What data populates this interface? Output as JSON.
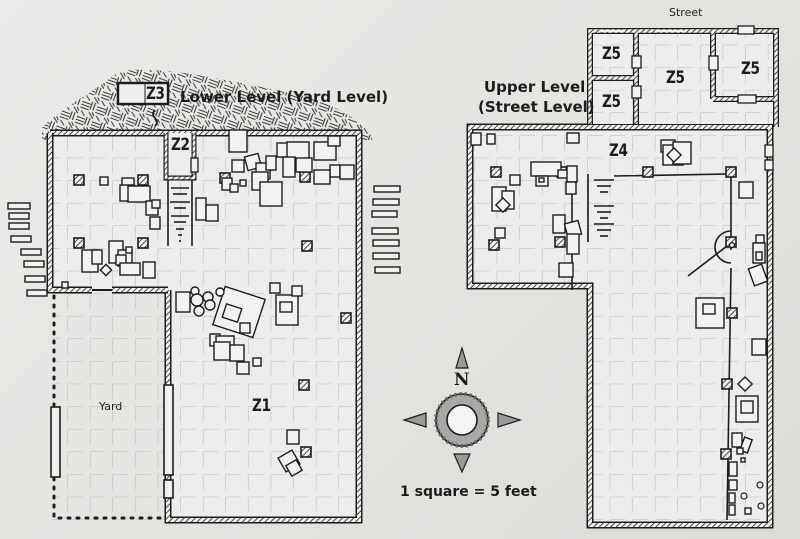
{
  "map": {
    "title_lower": "Lower Level (Yard Level)",
    "title_upper_line1": "Upper Level",
    "title_upper_line2": "(Street Level)",
    "street_label": "Street",
    "yard_label": "Yard",
    "scale_label": "1 square = 5 feet",
    "compass_letter": "N",
    "zones": {
      "z1": "Z1",
      "z2": "Z2",
      "z3": "Z3",
      "z4": "Z4",
      "z5_a": "Z5",
      "z5_b": "Z5",
      "z5_c": "Z5",
      "z5_d": "Z5"
    },
    "grid_square_feet": 5,
    "colors": {
      "paper": "#e6e6e4",
      "ink": "#1c1c1c",
      "grid": "#b4b4b4"
    }
  }
}
